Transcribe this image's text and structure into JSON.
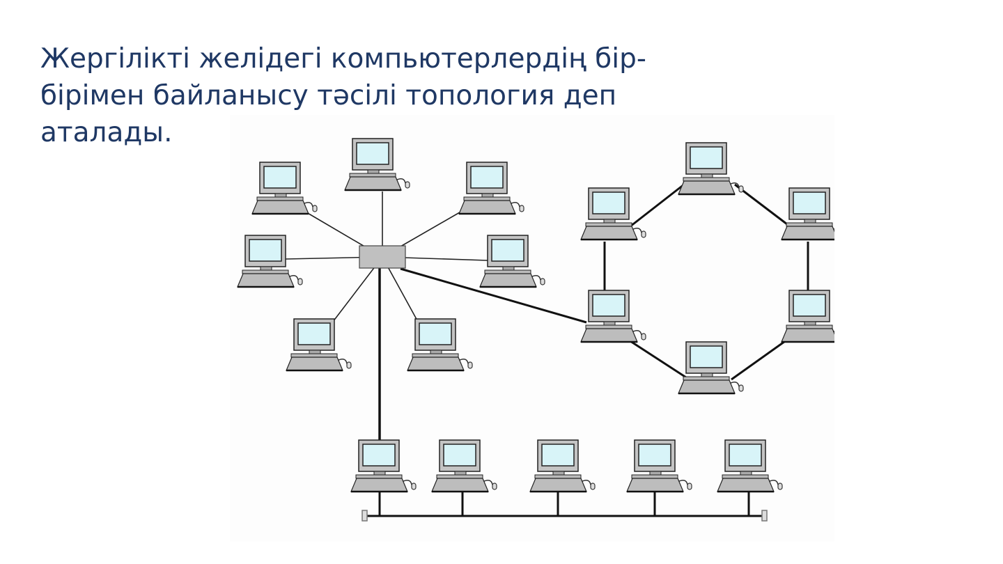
{
  "slide": {
    "title": "Жергілікті желідегі компьютерлердің бір-бірімен байланысу тәсілі топология деп аталады."
  },
  "diagram": {
    "topologies": [
      "star",
      "ring",
      "bus"
    ],
    "colors": {
      "screen": "#d8f4f8",
      "case": "#c0c0c0",
      "line": "#000000",
      "hub": "#c0c0c0"
    }
  }
}
